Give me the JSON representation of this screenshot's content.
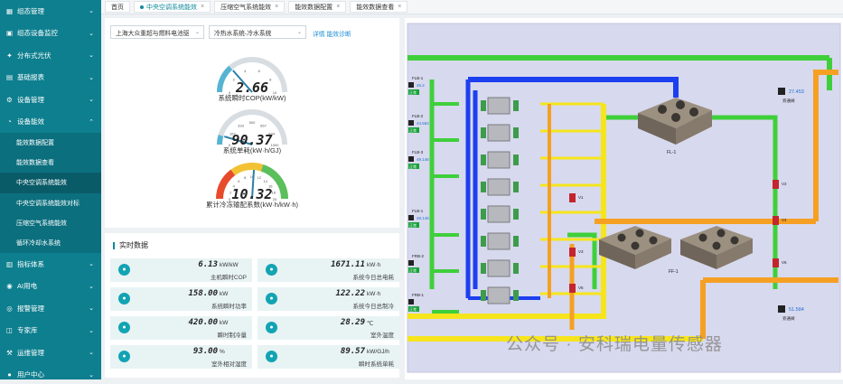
{
  "sidebar": {
    "items": [
      {
        "label": "组态管理",
        "icon": "grid-icon"
      },
      {
        "label": "组态设备监控",
        "icon": "monitor-icon"
      },
      {
        "label": "分布式光伏",
        "icon": "solar-icon"
      },
      {
        "label": "基础报表",
        "icon": "report-icon"
      },
      {
        "label": "设备管理",
        "icon": "device-icon"
      },
      {
        "label": "设备能效",
        "icon": "efficiency-icon"
      }
    ],
    "subitems": [
      "能效数据配置",
      "能效数据查看",
      "中央空调系统能效",
      "中央空调系统能效对标",
      "压缩空气系统能效",
      "循环冷却水系统"
    ],
    "items_after": [
      {
        "label": "指标体系",
        "icon": "index-icon"
      },
      {
        "label": "AI用电",
        "icon": "ai-icon"
      },
      {
        "label": "报警管理",
        "icon": "alarm-icon"
      },
      {
        "label": "专家库",
        "icon": "expert-icon"
      },
      {
        "label": "运维管理",
        "icon": "maintenance-icon"
      },
      {
        "label": "用户中心",
        "icon": "user-icon"
      }
    ]
  },
  "tabs": [
    {
      "label": "首页",
      "closable": false
    },
    {
      "label": "中央空调系统能效",
      "closable": true,
      "active": true
    },
    {
      "label": "压缩空气系统能效",
      "closable": true
    },
    {
      "label": "能效数据配置",
      "closable": true
    },
    {
      "label": "能效数据查看",
      "closable": true
    }
  ],
  "filters": {
    "company": "上海大众重超与燃料电池驱",
    "system": "冷热水系统-冷水系统",
    "link": "详情  能效诊断"
  },
  "gauges": [
    {
      "value": "2.66",
      "label": "系统瞬时COP(kW/kW)",
      "ticks": [
        "0",
        "2",
        "4",
        "6",
        "8",
        "10"
      ],
      "level": 0.27
    },
    {
      "value": "90.37",
      "label": "系统单耗(kW·h/GJ)",
      "ticks": [
        "0",
        "167",
        "333",
        "500",
        "667",
        "834",
        "1000"
      ],
      "level": 0.09
    },
    {
      "value": "10.32",
      "label": "累计冷冻输配系数(kW·h/kW·h)",
      "ticks": [
        "0",
        "2",
        "4",
        "6",
        "8",
        "10",
        "12",
        "14",
        "16",
        "18",
        "20"
      ],
      "level": 0.52
    }
  ],
  "realtime": {
    "title": "实时数据",
    "cards": [
      {
        "value": "6.13",
        "unit": "kW/kW",
        "label": "主机瞬时COP"
      },
      {
        "value": "1671.11",
        "unit": "kW·h",
        "label": "系统今日总电耗"
      },
      {
        "value": "158.00",
        "unit": "kW",
        "label": "系统瞬时功率"
      },
      {
        "value": "122.22",
        "unit": "kW·h",
        "label": "系统今日总制冷"
      },
      {
        "value": "420.00",
        "unit": "kW",
        "label": "瞬时制冷量"
      },
      {
        "value": "28.29",
        "unit": "℃",
        "label": "室外温度"
      },
      {
        "value": "93.00",
        "unit": "%",
        "label": "室外相对湿度"
      },
      {
        "value": "89.57",
        "unit": "kW/GJ/h",
        "label": "瞬时系统单耗"
      }
    ]
  },
  "diagram": {
    "fans": [
      "FL-1",
      "FF-1"
    ],
    "pumps": [
      "FLB-1",
      "FLB-2",
      "FLB-3",
      "FLB-1",
      "FRB-2",
      "FRB-1"
    ],
    "pump_values": [
      "45.2",
      "44.562",
      "49.146",
      "48.146"
    ],
    "tower_values": [
      "27.453",
      "51.584"
    ],
    "valves": [
      "V1",
      "V2",
      "V4",
      "V5",
      "V6",
      "V3"
    ],
    "status": "正常",
    "tower_label": "旁通阀"
  },
  "watermark": "公众号 · 安科瑞电量传感器",
  "colors": {
    "sidebar": "#0e7f8f",
    "accent": "#0e8a9a",
    "pipe_green": "#3fcf3b",
    "pipe_yellow": "#f6e51c",
    "pipe_orange": "#f5a023",
    "pipe_blue": "#1c3ff0"
  }
}
